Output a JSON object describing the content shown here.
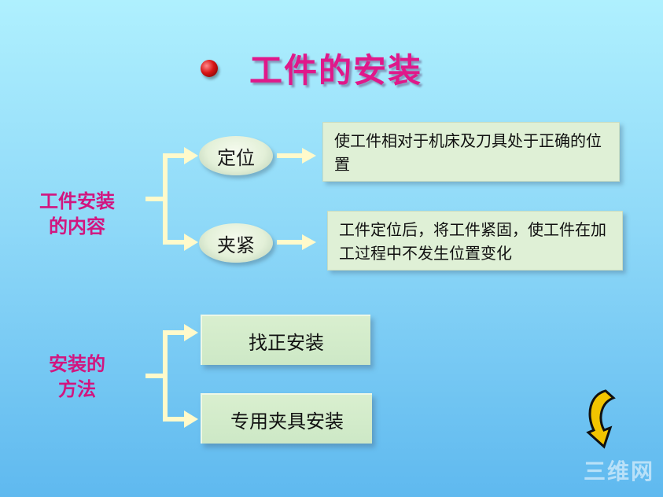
{
  "title": "工件的安装",
  "section1": {
    "label_lines": [
      "工件安装",
      "的内容"
    ],
    "items": [
      {
        "name": "定位",
        "description": "使工件相对于机床及刀具处于正确的位置"
      },
      {
        "name": "夹紧",
        "description": "工件定位后，将工件紧固，使工件在加工过程中不发生位置变化"
      }
    ]
  },
  "section2": {
    "label_lines": [
      "安装的",
      "方法"
    ],
    "methods": [
      "找正安装",
      "专用夹具安装"
    ]
  },
  "watermark": {
    "text": "三维网",
    "subtext": ""
  },
  "colors": {
    "accent": "#e0188a",
    "arrow": "#fffacb",
    "box": "#dff0d6"
  }
}
